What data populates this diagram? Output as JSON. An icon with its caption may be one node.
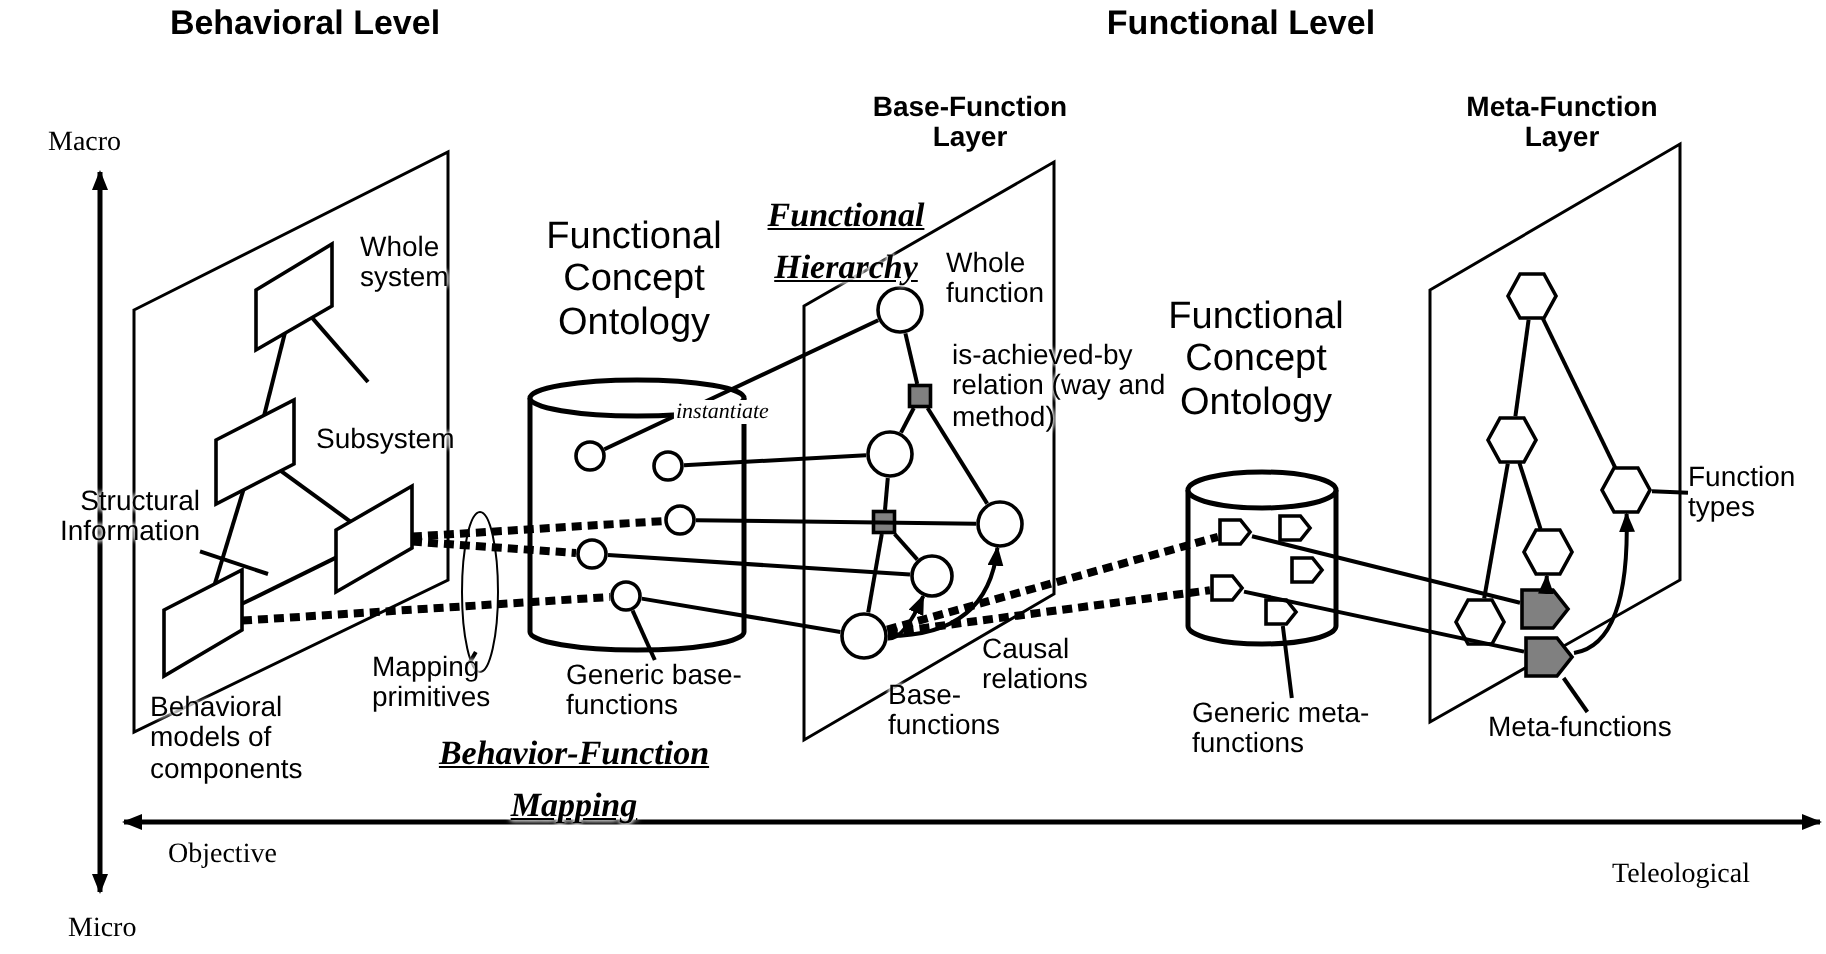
{
  "diagram": {
    "nodes": [
      {
        "text": [],
        "shape": "box"
      },
      {
        "text": [],
        "shape": "box",
        "in": 0
      },
      {
        "text": [],
        "shape": "box",
        "in": 0
      },
      {
        "text": [],
        "shape": "box",
        "in": 0
      },
      {
        "text": [],
        "shape": "box",
        "in": 0
      },
      {
        "text": [
          "Structural Information"
        ]
      },
      {
        "text": [
          "Functional Concept Ontology"
        ]
      },
      {
        "text": [],
        "shape": "circle",
        "in": 6
      },
      {
        "text": [],
        "shape": "circle",
        "in": 6
      },
      {
        "text": [],
        "shape": "circle",
        "in": 6
      },
      {
        "text": [],
        "shape": "circle",
        "in": 6
      },
      {
        "text": [],
        "shape": "circle",
        "in": 6
      },
      {
        "text": [
          "Base-Function Layer"
        ]
      },
      {
        "text": [],
        "shape": "circle",
        "in": 12
      },
      {
        "text": [],
        "shape": "box",
        "in": 12
      },
      {
        "text": [],
        "shape": "circle",
        "in": 12
      },
      {
        "text": [],
        "shape": "box",
        "in": 12
      },
      {
        "text": [],
        "shape": "circle",
        "in": 12
      },
      {
        "text": [],
        "shape": "circle",
        "in": 12
      },
      {
        "text": [],
        "shape": "circle",
        "in": 12
      },
      {
        "text": [
          "Mapping primitives"
        ]
      },
      {
        "text": [
          "Generic base-functions"
        ]
      },
      {
        "text": [
          "Functional Concept Ontology"
        ]
      },
      {
        "text": [],
        "shape": "pentagon",
        "in": 22
      },
      {
        "text": [],
        "shape": "pentagon",
        "in": 22
      },
      {
        "text": [],
        "shape": "pentagon",
        "in": 22
      },
      {
        "text": [],
        "shape": "pentagon",
        "in": 22
      },
      {
        "text": [],
        "shape": "pentagon",
        "in": 22
      },
      {
        "text": [
          "Meta-Function Layer"
        ]
      },
      {
        "text": [],
        "shape": "hexagon",
        "in": 28
      },
      {
        "text": [],
        "shape": "hexagon",
        "in": 28
      },
      {
        "text": [],
        "shape": "hexagon",
        "in": 28
      },
      {
        "text": [],
        "shape": "hexagon",
        "in": 28
      },
      {
        "text": [],
        "shape": "hexagon",
        "in": 28
      },
      {
        "text": [],
        "shape": "pentagon",
        "in": 28
      },
      {
        "text": [],
        "shape": "pentagon",
        "in": 28
      },
      {
        "text": [
          "Function types"
        ]
      },
      {
        "text": [
          "Generic meta-functions"
        ]
      },
      {
        "text": [
          "Meta-functions"
        ]
      }
    ],
    "edges": [
      {
        "from": 2,
        "to": 1,
        "arrow": "none"
      },
      {
        "from": 1,
        "to": null,
        "arrow": "none"
      },
      {
        "from": 2,
        "to": 4,
        "arrow": "none"
      },
      {
        "from": 2,
        "to": 3,
        "arrow": "none"
      },
      {
        "from": 4,
        "to": 3,
        "arrow": "none"
      },
      {
        "from": 5,
        "to": null,
        "arrow": "none"
      },
      {
        "from": 7,
        "to": 13,
        "arrow": "none",
        "label": "instantiate"
      },
      {
        "from": 8,
        "to": 15,
        "arrow": "none"
      },
      {
        "from": 9,
        "to": 17,
        "arrow": "none"
      },
      {
        "from": 10,
        "to": 18,
        "arrow": "none"
      },
      {
        "from": 11,
        "to": 19,
        "arrow": "none"
      },
      {
        "from": 3,
        "to": 9,
        "arrow": "none",
        "style": "dashed"
      },
      {
        "from": 3,
        "to": 10,
        "arrow": "none",
        "style": "dashed"
      },
      {
        "from": 4,
        "to": 11,
        "arrow": "none",
        "style": "dashed"
      },
      {
        "from": 20,
        "to": null,
        "arrow": "none"
      },
      {
        "from": 21,
        "to": 11,
        "arrow": "none"
      },
      {
        "from": 13,
        "to": 14,
        "arrow": "none"
      },
      {
        "from": 14,
        "to": 15,
        "arrow": "none"
      },
      {
        "from": 14,
        "to": 17,
        "arrow": "none"
      },
      {
        "from": 15,
        "to": 16,
        "arrow": "none"
      },
      {
        "from": 16,
        "to": 19,
        "arrow": "none"
      },
      {
        "from": 16,
        "to": 18,
        "arrow": "none"
      },
      {
        "from": 19,
        "to": 18,
        "arrow": "to"
      },
      {
        "from": 19,
        "to": 17,
        "arrow": "to"
      },
      {
        "from": 19,
        "to": 23,
        "arrow": "none",
        "style": "dashed"
      },
      {
        "from": 19,
        "to": 26,
        "arrow": "none",
        "style": "dashed"
      },
      {
        "from": 37,
        "to": 27,
        "arrow": "none"
      },
      {
        "from": 23,
        "to": 34,
        "arrow": "none"
      },
      {
        "from": 26,
        "to": 35,
        "arrow": "none"
      },
      {
        "from": 29,
        "to": 30,
        "arrow": "none"
      },
      {
        "from": 29,
        "to": 32,
        "arrow": "none"
      },
      {
        "from": 30,
        "to": 31,
        "arrow": "none"
      },
      {
        "from": 30,
        "to": 33,
        "arrow": "none"
      },
      {
        "from": 34,
        "to": 31,
        "arrow": "to"
      },
      {
        "from": 35,
        "to": 32,
        "arrow": "to"
      },
      {
        "from": 36,
        "to": 32,
        "arrow": "none"
      },
      {
        "from": 38,
        "to": 35,
        "arrow": "none"
      }
    ],
    "labels": [
      "Behavioral Level",
      "Functional Level",
      "Macro",
      "Whole system",
      "Functional Hierarchy",
      "Whole function",
      "is-achieved-by relation (way and method)",
      "Subsystem",
      "Causal relations",
      "Base-functions",
      "Behavioral models of components",
      "Behavior-Function Mapping",
      "Objective",
      "Teleological",
      "Micro"
    ]
  }
}
